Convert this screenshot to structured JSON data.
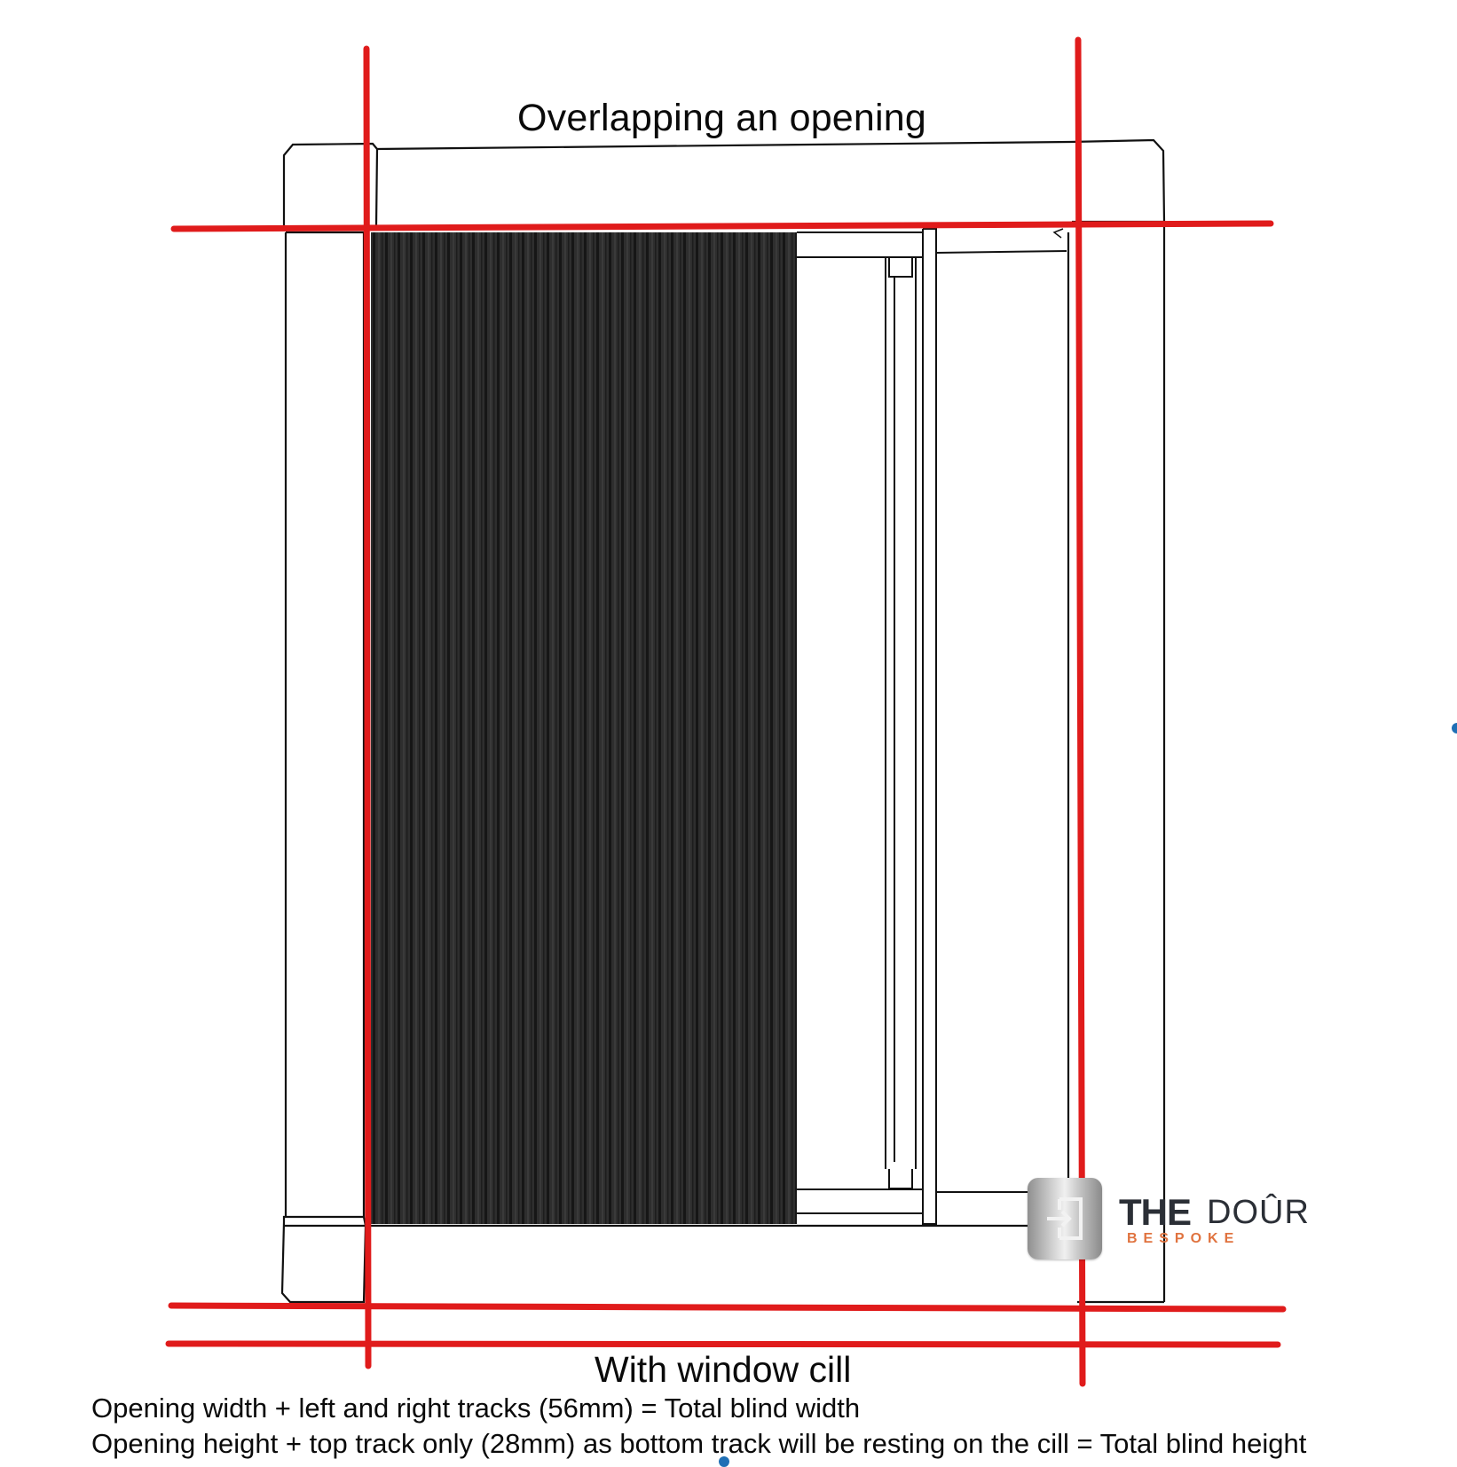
{
  "diagram": {
    "title": "Overlapping an opening",
    "subtitle": "With window cill",
    "notes": [
      "Opening width + left and right tracks (56mm) = Total blind width",
      "Opening height + top track only (28mm) as bottom track will be resting on the cill = Total blind height"
    ],
    "measurements": {
      "side_tracks_total": "56mm",
      "top_track": "28mm"
    },
    "colors": {
      "measure_line": "#e01b1b",
      "blind_fabric": "#2a2a2a",
      "frame_outline": "#111111",
      "logo_text": "#2b2f36",
      "logo_accent": "#e0733f"
    }
  },
  "logo": {
    "icon": "door-enter-icon",
    "word_1": "THE",
    "word_2": "DOÛR",
    "tagline": "BESPOKE"
  }
}
